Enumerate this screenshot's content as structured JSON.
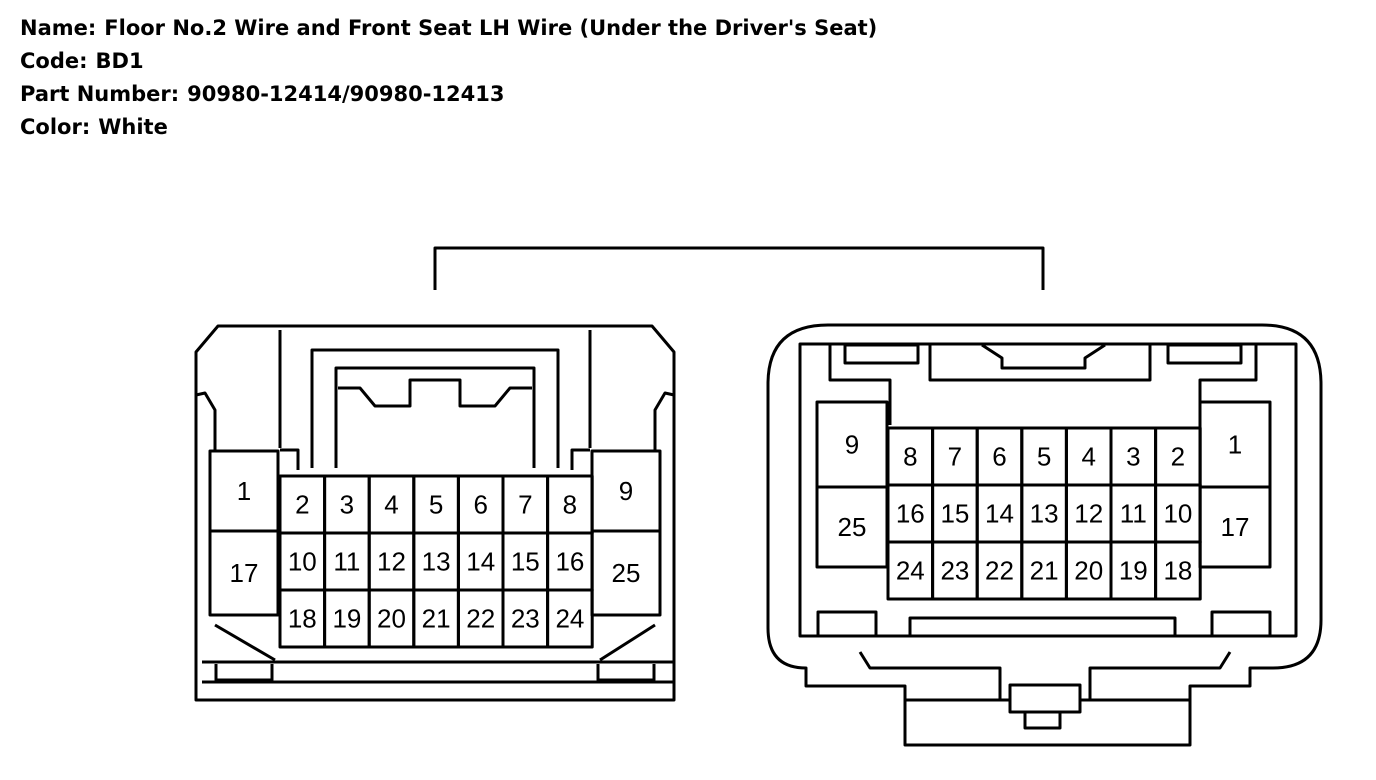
{
  "header": {
    "name_label": "Name:",
    "name_value": "Floor No.2 Wire and Front Seat LH Wire (Under the Driver's Seat)",
    "code_label": "Code:",
    "code_value": "BD1",
    "part_label": "Part Number:",
    "part_value": "90980-12414/90980-12413",
    "color_label": "Color:",
    "color_value": "White"
  },
  "left_connector": {
    "large_left": [
      "1",
      "17"
    ],
    "large_right": [
      "9",
      "25"
    ],
    "rows": [
      [
        "2",
        "3",
        "4",
        "5",
        "6",
        "7",
        "8"
      ],
      [
        "10",
        "11",
        "12",
        "13",
        "14",
        "15",
        "16"
      ],
      [
        "18",
        "19",
        "20",
        "21",
        "22",
        "23",
        "24"
      ]
    ]
  },
  "right_connector": {
    "large_left": [
      "9",
      "25"
    ],
    "large_right": [
      "1",
      "17"
    ],
    "rows": [
      [
        "8",
        "7",
        "6",
        "5",
        "4",
        "3",
        "2"
      ],
      [
        "16",
        "15",
        "14",
        "13",
        "12",
        "11",
        "10"
      ],
      [
        "24",
        "23",
        "22",
        "21",
        "20",
        "19",
        "18"
      ]
    ]
  }
}
